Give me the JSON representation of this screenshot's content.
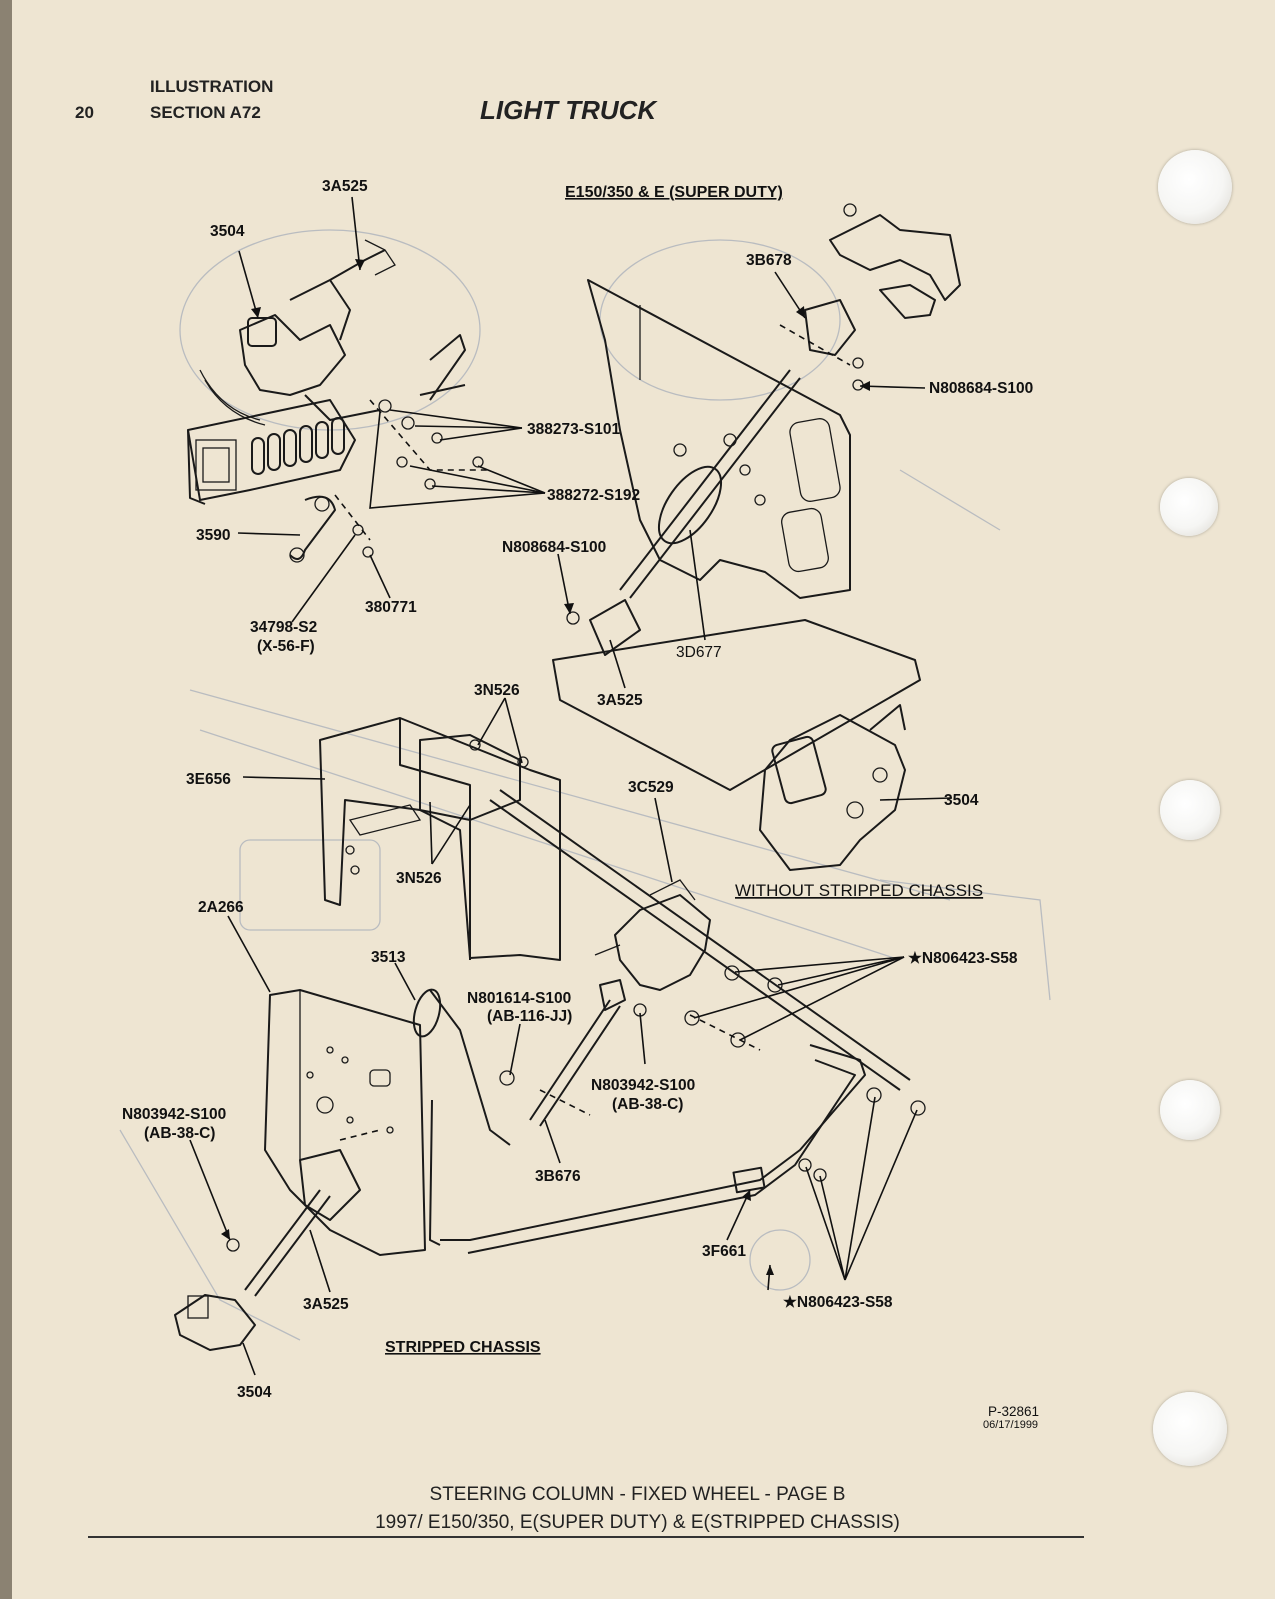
{
  "header": {
    "page_number": "20",
    "illustration": "ILLUSTRATION",
    "section": "SECTION A72",
    "title": "LIGHT TRUCK"
  },
  "sections": {
    "super_duty": "E150/350 & E (SUPER DUTY)",
    "without_stripped": "WITHOUT STRIPPED CHASSIS",
    "stripped": "STRIPPED CHASSIS"
  },
  "labels": {
    "l_3a525_top": "3A525",
    "l_3504_top": "3504",
    "l_388273": "388273-S101",
    "l_388272": "388272-S192",
    "l_3590": "3590",
    "l_34798_a": "34798-S2",
    "l_34798_b": "(X-56-F)",
    "l_380771": "380771",
    "l_3b678": "3B678",
    "l_n808684_right": "N808684-S100",
    "l_n808684_mid": "N808684-S100",
    "l_3d677": "3D677",
    "l_3a525_mid": "3A525",
    "l_3n526_top": "3N526",
    "l_3e656": "3E656",
    "l_3n526_low": "3N526",
    "l_3504_right": "3504",
    "l_3c529": "3C529",
    "l_2a266": "2A266",
    "l_3513": "3513",
    "l_n806423_right": "★N806423-S58",
    "l_n801614_a": "N801614-S100",
    "l_n801614_b": "(AB-116-JJ)",
    "l_n803942_mid_a": "N803942-S100",
    "l_n803942_mid_b": "(AB-38-C)",
    "l_n803942_left_a": "N803942-S100",
    "l_n803942_left_b": "(AB-38-C)",
    "l_3b676": "3B676",
    "l_3f661": "3F661",
    "l_3a525_low": "3A525",
    "l_n806423_low": "★N806423-S58",
    "l_3504_low": "3504"
  },
  "part_number": "P-32861",
  "part_date": "06/17/1999",
  "caption": {
    "line1": "STEERING COLUMN - FIXED WHEEL - PAGE B",
    "line2": "1997/ E150/350, E(SUPER DUTY) & E(STRIPPED CHASSIS)"
  }
}
